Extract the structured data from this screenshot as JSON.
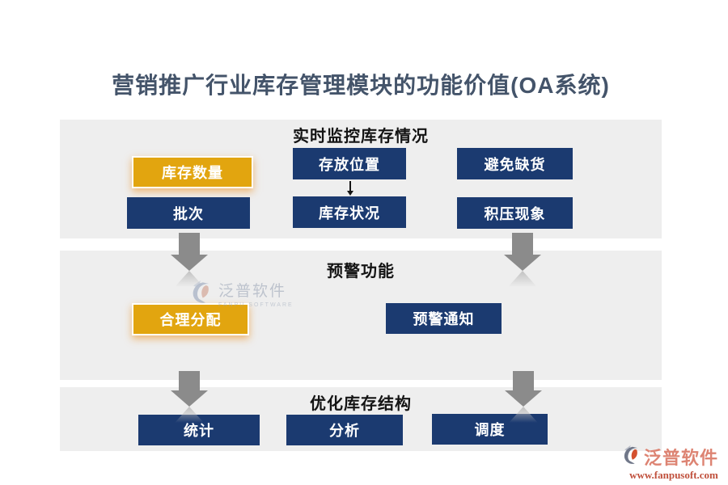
{
  "title": "营销推广行业库存管理模块的功能价值(OA系统)",
  "sections": [
    {
      "heading": "实时监控库存情况",
      "buttons": [
        {
          "label": "库存数量",
          "style": "gold"
        },
        {
          "label": "存放位置",
          "style": "navy"
        },
        {
          "label": "避免缺货",
          "style": "navy"
        },
        {
          "label": "批次",
          "style": "navy"
        },
        {
          "label": "库存状况",
          "style": "navy"
        },
        {
          "label": "积压现象",
          "style": "navy"
        }
      ]
    },
    {
      "heading": "预警功能",
      "buttons": [
        {
          "label": "合理分配",
          "style": "gold"
        },
        {
          "label": "预警通知",
          "style": "navy"
        }
      ]
    },
    {
      "heading": "优化库存结构",
      "buttons": [
        {
          "label": "统计",
          "style": "navy"
        },
        {
          "label": "分析",
          "style": "navy"
        },
        {
          "label": "调度",
          "style": "navy"
        }
      ]
    }
  ],
  "watermark": {
    "brand": "泛普软件",
    "brand_sub": "FANPU SOFTWARE"
  },
  "footer_logo": {
    "brand": "泛普软件",
    "url": "www.fanpusoft.com"
  },
  "colors": {
    "navy": "#1b3a70",
    "gold": "#e2a50f",
    "band_bg": "#eeeeee",
    "arrow_gray": "#8b8b8b",
    "title_text": "#44546a",
    "heading_text": "#141414",
    "logo_coral": "#dd8473",
    "logo_url_red": "#c0503c"
  }
}
